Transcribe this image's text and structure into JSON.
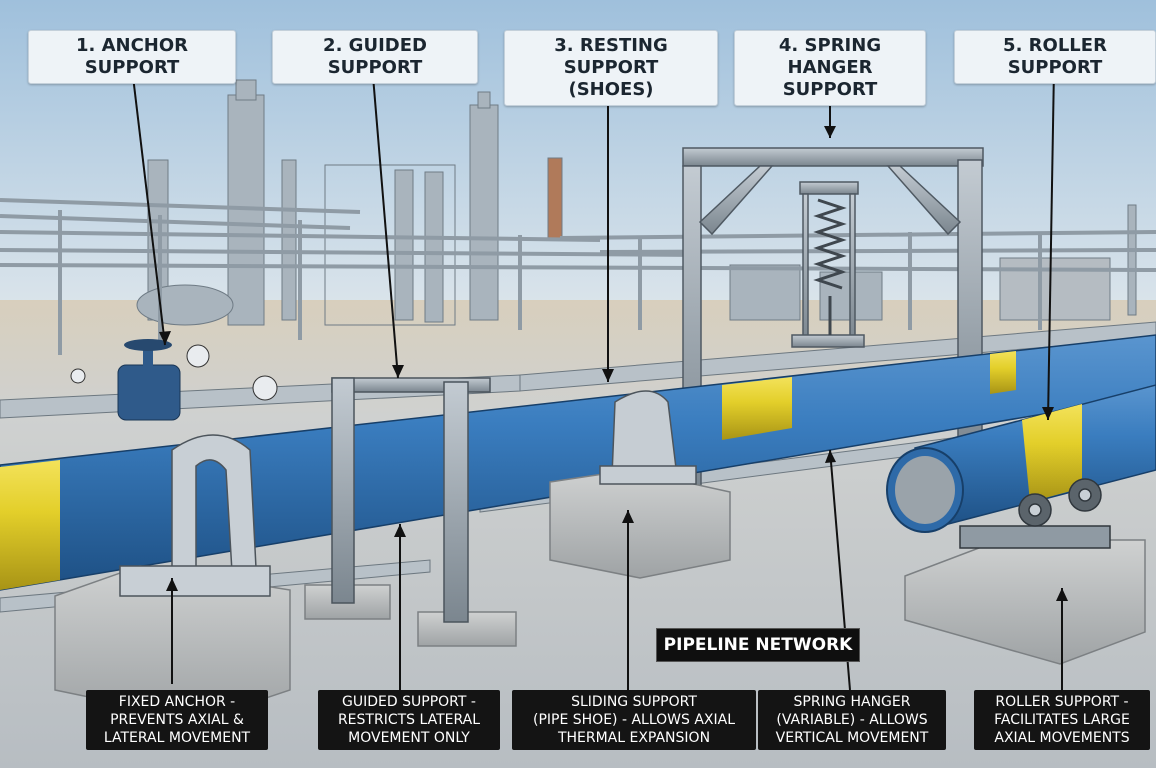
{
  "top_labels": {
    "anchor": [
      "1. ANCHOR SUPPORT"
    ],
    "guided": [
      "2. GUIDED SUPPORT"
    ],
    "resting": [
      "3. RESTING SUPPORT",
      "(SHOES)"
    ],
    "spring": [
      "4. SPRING HANGER",
      "SUPPORT"
    ],
    "roller": [
      "5. ROLLER SUPPORT"
    ]
  },
  "bottom_labels": {
    "anchor": [
      "FIXED ANCHOR -",
      "PREVENTS AXIAL &",
      "LATERAL MOVEMENT"
    ],
    "guided": [
      "GUIDED SUPPORT -",
      "RESTRICTS LATERAL",
      "MOVEMENT ONLY"
    ],
    "resting": [
      "SLIDING SUPPORT",
      "(PIPE SHOE) - ALLOWS AXIAL",
      "THERMAL EXPANSION"
    ],
    "spring": [
      "SPRING HANGER",
      "(VARIABLE) - ALLOWS",
      "VERTICAL MOVEMENT"
    ],
    "roller": [
      "ROLLER SUPPORT -",
      "FACILITATES LARGE",
      "AXIAL MOVEMENTS"
    ]
  },
  "network_label": "PIPELINE NETWORK",
  "colors": {
    "sky": "#bcd3e4",
    "ground": "#c7cdd1",
    "pipe_blue": "#2f6fb0",
    "pipe_yellow": "#e3cf2a",
    "steel": "#7f8a93",
    "concrete": "#b9bcbd"
  }
}
